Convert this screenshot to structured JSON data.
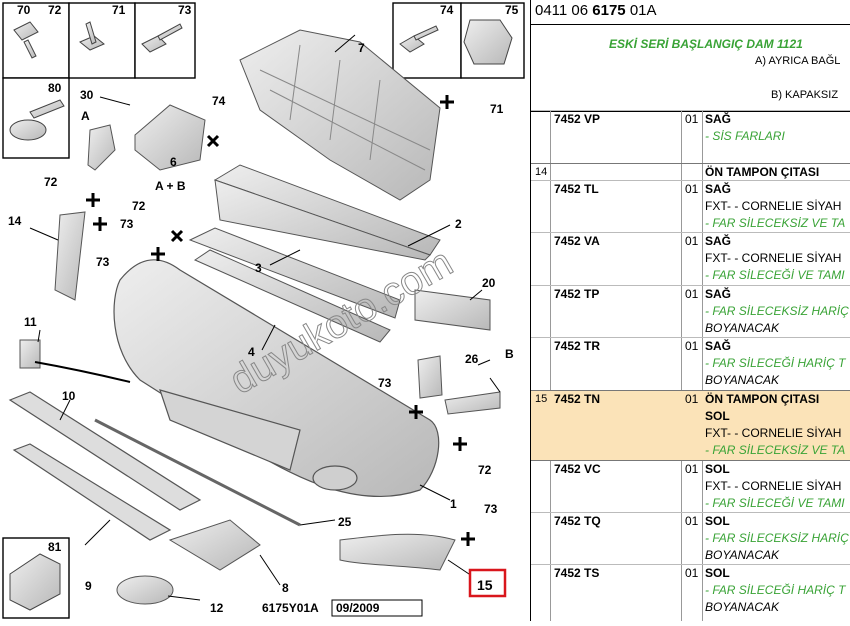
{
  "document": {
    "code_prefix": "0411 06 ",
    "code_bold": "6175",
    "code_suffix": " 01A"
  },
  "diagram": {
    "ref_code": "6175Y01A",
    "ref_date": "09/2009",
    "watermark": "duyukoto.com",
    "highlighted_part": "15",
    "parts": [
      "1",
      "2",
      "3",
      "4",
      "6",
      "7",
      "8",
      "9",
      "10",
      "11",
      "12",
      "14",
      "15",
      "20",
      "25",
      "26",
      "30",
      "71",
      "72",
      "72",
      "72",
      "72",
      "73",
      "73",
      "73",
      "73",
      "74"
    ],
    "letters": [
      "A",
      "B",
      "A + B"
    ],
    "inset_labels": [
      "70",
      "72",
      "71",
      "73",
      "74",
      "75",
      "80",
      "81"
    ]
  },
  "panel": {
    "header_green": "ESKİ SERİ BAŞLANGIÇ DAM 1121",
    "header_a": "A) AYRICA BAĞL",
    "header_b": "B) KAPAKSIZ",
    "rows": [
      {
        "group": "",
        "pn": "7452 VP",
        "qty": "01",
        "lines": [
          [
            "b",
            "SAĞ"
          ],
          [
            "g",
            "- SİS FARLARI"
          ]
        ]
      },
      {
        "group": "14",
        "pn": "",
        "qty": "",
        "lines": [
          [
            "b",
            "ÖN TAMPON ÇITASI"
          ]
        ]
      },
      {
        "group": "",
        "pn": "7452 TL",
        "qty": "01",
        "lines": [
          [
            "b",
            "SAĞ"
          ],
          [
            "n",
            "FXT- - CORNELIE SİYAH"
          ],
          [
            "g",
            "- FAR SİLECEKSİZ VE TA"
          ]
        ]
      },
      {
        "group": "",
        "pn": "7452 VA",
        "qty": "01",
        "lines": [
          [
            "b",
            "SAĞ"
          ],
          [
            "n",
            "FXT- - CORNELIE SİYAH"
          ],
          [
            "g",
            "- FAR SİLECEĞİ VE TAMI"
          ]
        ]
      },
      {
        "group": "",
        "pn": "7452 TP",
        "qty": "01",
        "lines": [
          [
            "b",
            "SAĞ"
          ],
          [
            "g",
            "- FAR SİLECEKSİZ HARİÇ"
          ],
          [
            "i",
            "BOYANACAK"
          ]
        ]
      },
      {
        "group": "",
        "pn": "7452 TR",
        "qty": "01",
        "lines": [
          [
            "b",
            "SAĞ"
          ],
          [
            "g",
            "- FAR SİLECEĞİ HARİÇ T"
          ],
          [
            "i",
            "BOYANACAK"
          ]
        ]
      },
      {
        "group": "15",
        "pn": "7452 TN",
        "qty": "01",
        "lines": [
          [
            "b",
            "ÖN TAMPON ÇITASI"
          ],
          [
            "b",
            "SOL"
          ],
          [
            "n",
            "FXT- - CORNELIE SİYAH"
          ],
          [
            "g",
            "- FAR SİLECEKSİZ VE TA"
          ]
        ]
      },
      {
        "group": "",
        "pn": "7452 VC",
        "qty": "01",
        "lines": [
          [
            "b",
            "SOL"
          ],
          [
            "n",
            "FXT- - CORNELIE SİYAH"
          ],
          [
            "g",
            "- FAR SİLECEĞİ VE TAMI"
          ]
        ]
      },
      {
        "group": "",
        "pn": "7452 TQ",
        "qty": "01",
        "lines": [
          [
            "b",
            "SOL"
          ],
          [
            "g",
            "- FAR SİLECEKSİZ HARİÇ"
          ],
          [
            "i",
            "BOYANACAK"
          ]
        ]
      },
      {
        "group": "",
        "pn": "7452 TS",
        "qty": "01",
        "lines": [
          [
            "b",
            "SOL"
          ],
          [
            "g",
            "- FAR SİLECEĞİ HARİÇ T"
          ],
          [
            "i",
            "BOYANACAK"
          ]
        ]
      }
    ]
  },
  "colors": {
    "green": "#39a336",
    "highlight": "#fbe3b8",
    "callout_red": "#d9161c"
  }
}
